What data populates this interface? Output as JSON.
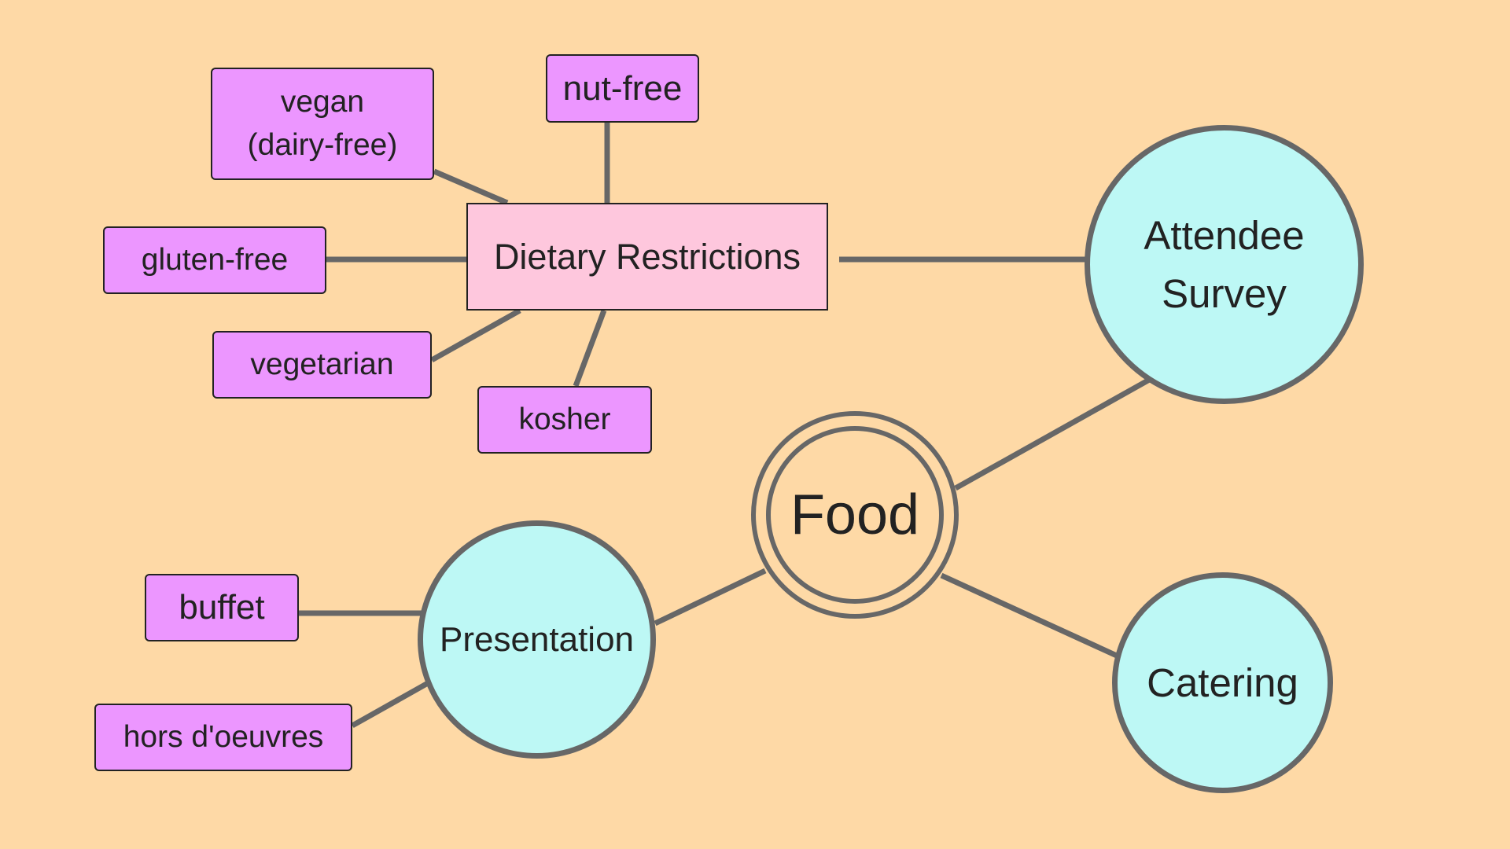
{
  "diagram": {
    "center": {
      "label": "Food"
    },
    "branches": {
      "attendee_survey": "Attendee\nSurvey",
      "catering": "Catering",
      "presentation": "Presentation",
      "dietary_restrictions": "Dietary Restrictions"
    },
    "dietary_items": {
      "vegan": "vegan\n(dairy-free)",
      "nut_free": "nut-free",
      "gluten_free": "gluten-free",
      "vegetarian": "vegetarian",
      "kosher": "kosher"
    },
    "presentation_items": {
      "buffet": "buffet",
      "hors_doeuvres": "hors d'oeuvres"
    },
    "colors": {
      "background": "#fed9a6",
      "tag_fill": "#ec96ff",
      "hub_fill": "#fec7dd",
      "circle_fill": "#bdf8f5",
      "connector": "#676767",
      "text": "#222222"
    }
  }
}
